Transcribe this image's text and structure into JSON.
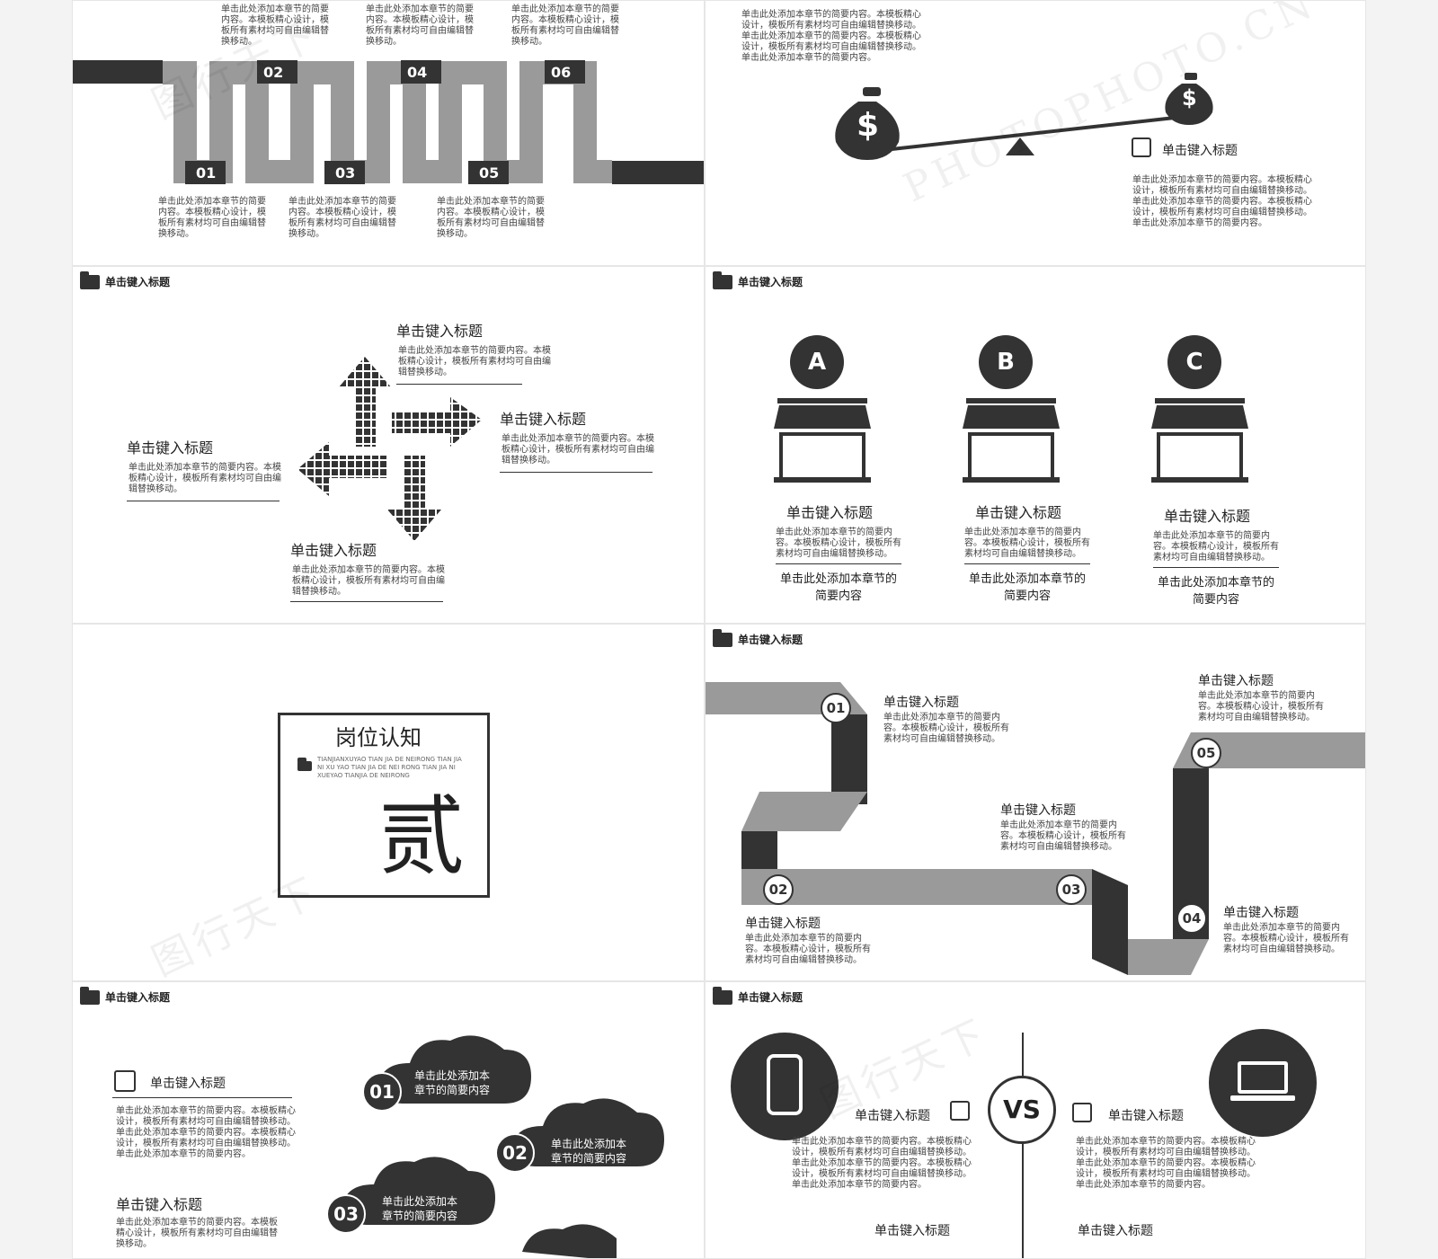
{
  "slide_title": "单击键入标题",
  "heading": "单击键入标题",
  "body_short": "单击此处添加本章节的简要内容。本模板精心设计，模板所有素材均可自由编辑替换移动。",
  "body_long": "单击此处添加本章节的简要内容。本模板精心设计，模板所有素材均可自由编辑替换移动。单击此处添加本章节的简要内容。本模板精心设计，模板所有素材均可自由编辑替换移动。单击此处添加本章节的简要内容。",
  "caption": "单击此处添加本章节的简要内容",
  "zigzag": {
    "top_nums": [
      "02",
      "04",
      "06"
    ],
    "bottom_nums": [
      "01",
      "03",
      "05"
    ]
  },
  "stores": {
    "letters": [
      "A",
      "B",
      "C"
    ]
  },
  "section": {
    "title": "岗位认知",
    "subtitle": "TIANJIANXUYAO TIAN JIA DE NEIRONG TIAN JIA NI XU YAO TIAN JIA DE NEI RONG TIAN JIA NI XUEYAO TIANJIA DE NEIRONG",
    "big_char": "贰"
  },
  "ribbon": {
    "nums": [
      "01",
      "02",
      "03",
      "04",
      "05"
    ]
  },
  "clouds": {
    "nums": [
      "01",
      "02",
      "03"
    ],
    "caption_a": "单击此处添加本",
    "caption_b": "章节的简要内容"
  },
  "vs": {
    "label": "VS"
  },
  "money_symbol": "$",
  "watermark": {
    "cn": "图行天下",
    "en": "PHOTOPHOTO.CN"
  },
  "colors": {
    "dark": "#333333",
    "gray": "#9a9a9a",
    "light": "#bdbdbd"
  }
}
